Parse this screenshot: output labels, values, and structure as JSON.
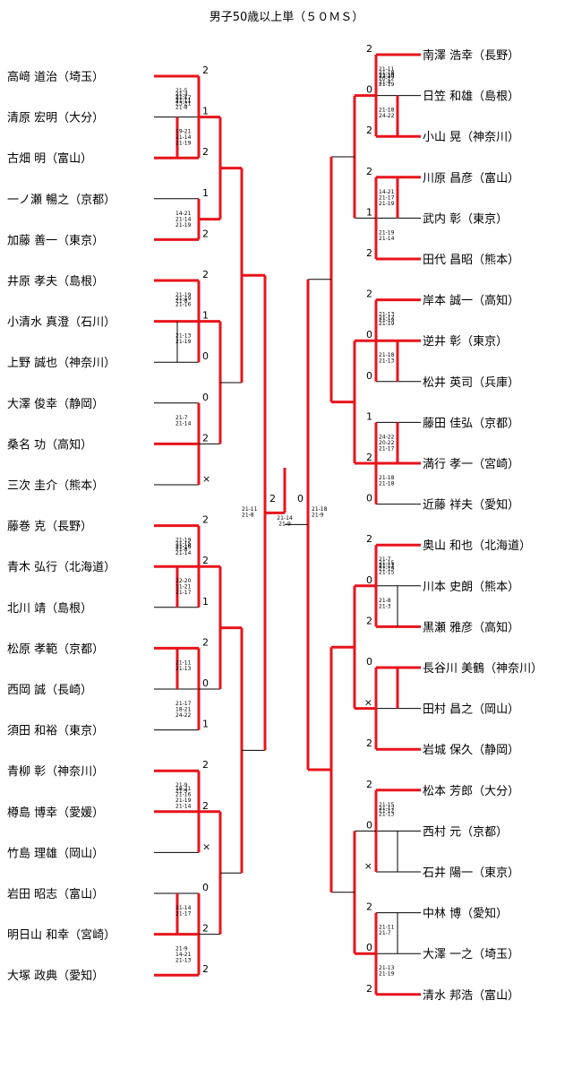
{
  "title": "男子50歳以上単（５０ＭＳ）",
  "left_players": [
    "高﨑 道治（埼玉）",
    "清原 宏明（大分）",
    "古畑 明（富山）",
    "一ノ瀬 暢之（京都）",
    "加藤 善一（東京）",
    "井原 孝夫（島根）",
    "小清水 真澄（石川）",
    "上野 誠也（神奈川）",
    "大澤 俊幸（静岡）",
    "桑名 功（高知）",
    "三次 圭介（熊本）",
    "藤巻 克（長野）",
    "青木 弘行（北海道）",
    "北川 靖（島根）",
    "松原 孝範（京都）",
    "西岡 誠（長崎）",
    "須田 和裕（東京）",
    "青柳 彰（神奈川）",
    "樽島 博幸（愛媛）",
    "竹島 理雄（岡山）",
    "岩田 昭志（富山）",
    "明日山 和幸（宮崎）",
    "大塚 政典（愛知）"
  ],
  "right_players": [
    "南澤 浩幸（長野）",
    "日笠 和雄（島根）",
    "小山 晃（神奈川）",
    "川原 昌彦（富山）",
    "武内 彰（東京）",
    "田代 昌昭（熊本）",
    "岸本 誠一（高知）",
    "逆井 彰（東京）",
    "松井 英司（兵庫）",
    "藤田 佳弘（京都）",
    "満行 孝一（宮崎）",
    "近藤 祥夫（愛知）",
    "奥山 和也（北海道）",
    "川本 史朗（熊本）",
    "黒瀬 雅彦（高知）",
    "長谷川 美鶴（神奈川）",
    "田村 昌之（岡山）",
    "岩城 保久（静岡）",
    "松本 芳郎（大分）",
    "西村 元（京都）",
    "石井 陽一（東京）",
    "中林 博（愛知）",
    "大澤 一之（埼玉）",
    "清水 邦浩（富山）"
  ],
  "bracket": {
    "left": [
      [
        "2",
        "21-5 21-2",
        "2",
        "21-3 21-11",
        "2",
        "21-17 23-21",
        "2",
        "21-11 21-8"
      ],
      [
        "1",
        "19-21 21-14 21-19",
        "0"
      ],
      [
        "2"
      ],
      [
        "1",
        "14-21 21-14 21-19",
        "0"
      ],
      [
        "2"
      ],
      [
        "2",
        "21-19 21-8",
        "2",
        "21-19 21-16",
        "0"
      ],
      [
        "1",
        "21-13 21-19",
        "0"
      ],
      [
        "0"
      ],
      [
        "0",
        "21-7 21-14",
        "2",
        "0"
      ],
      [
        "2"
      ],
      [
        "×"
      ],
      [
        "2",
        "21-19 21-18",
        "2",
        "21-15 21-8",
        "2",
        "21-19 21-14",
        "0"
      ],
      [
        "2",
        "22-20 11-21 21-17",
        "0"
      ],
      [
        "1"
      ],
      [
        "2",
        "21-11 21-13",
        "2",
        "0"
      ],
      [
        "0",
        "21-17 18-21 24-22"
      ],
      [
        "1"
      ],
      [
        "2",
        "21-9 21-9",
        "2",
        "18-21 21-16 21-19 21-14",
        "2"
      ],
      [
        "2",
        "0"
      ],
      [
        "×"
      ],
      [
        "0",
        "21-14 21-17",
        "1"
      ],
      [
        "2",
        "21-9 14-21 21-13",
        "1"
      ],
      [
        "2"
      ]
    ],
    "right": [
      [
        "2",
        "21-11 21-19",
        "2",
        "21-18 20-22 21-19",
        "0",
        "22-20 21-4",
        "0"
      ],
      [
        "0",
        "21-18 24-22"
      ],
      [
        "2"
      ],
      [
        "2",
        "14-21 21-17 21-19",
        "0",
        "1"
      ],
      [
        "1",
        "21-19 21-14"
      ],
      [
        "2"
      ],
      [
        "2",
        "21-13 21-19",
        "2",
        "21-17 21-19",
        "2"
      ],
      [
        "0",
        "21-18 21-13"
      ],
      [
        "0"
      ],
      [
        "1",
        "24-22 20-22 21-17",
        "2"
      ],
      [
        "2",
        "21-18 21-18"
      ],
      [
        "0"
      ],
      [
        "2",
        "21-7 21-11",
        "2",
        "21-15 21-19",
        "2",
        "21-17 21-15",
        "2"
      ],
      [
        "0",
        "21-8 21-3"
      ],
      [
        "2"
      ],
      [
        "0",
        "0"
      ],
      [
        "×"
      ],
      [
        "2"
      ],
      [
        "2",
        "21-15 21-12",
        "0",
        "21-17 21-13",
        "0"
      ],
      [
        "0"
      ],
      [
        "×"
      ],
      [
        "2",
        "21-11 21-7",
        "0"
      ],
      [
        "0",
        "21-13 21-19"
      ],
      [
        "2"
      ]
    ],
    "final_left": "2",
    "final_right": "0",
    "final_score": "21-14 21-9",
    "semi_left_score": "21-11 21-8",
    "semi_right_score": "21-18 21-9"
  }
}
